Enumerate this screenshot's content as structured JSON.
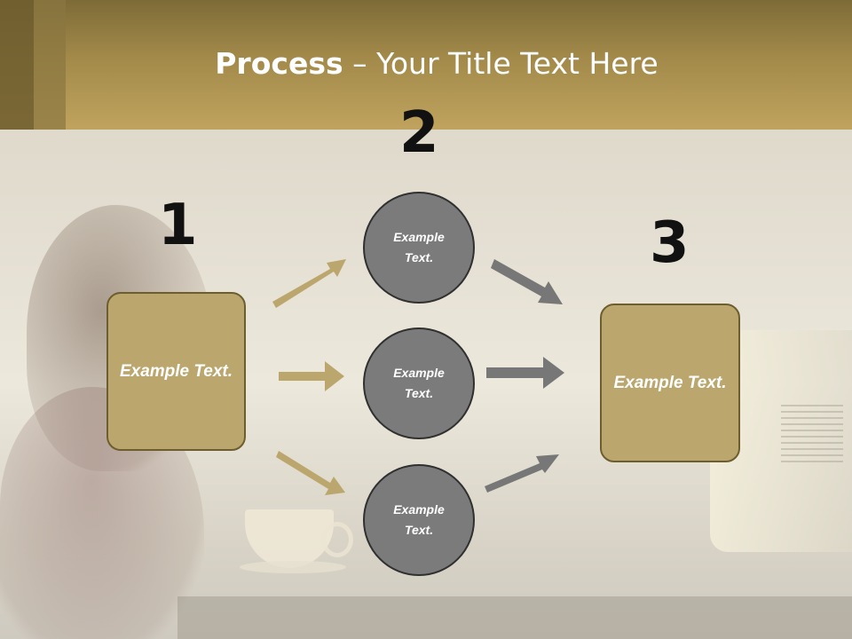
{
  "title": {
    "bold": "Process",
    "rest": " – Your Title Text Here"
  },
  "steps": {
    "one": "1",
    "two": "2",
    "three": "3"
  },
  "left_box": {
    "label": "Example Text."
  },
  "right_box": {
    "label": "Example Text."
  },
  "circles": [
    {
      "label": "Example Text."
    },
    {
      "label": "Example Text."
    },
    {
      "label": "Example Text."
    }
  ],
  "colors": {
    "header": "#b09855",
    "box_fill": "#bba76d",
    "circle_fill": "#7b7b7b",
    "arrow_gold": "#bba76d",
    "arrow_gray": "#777777"
  }
}
